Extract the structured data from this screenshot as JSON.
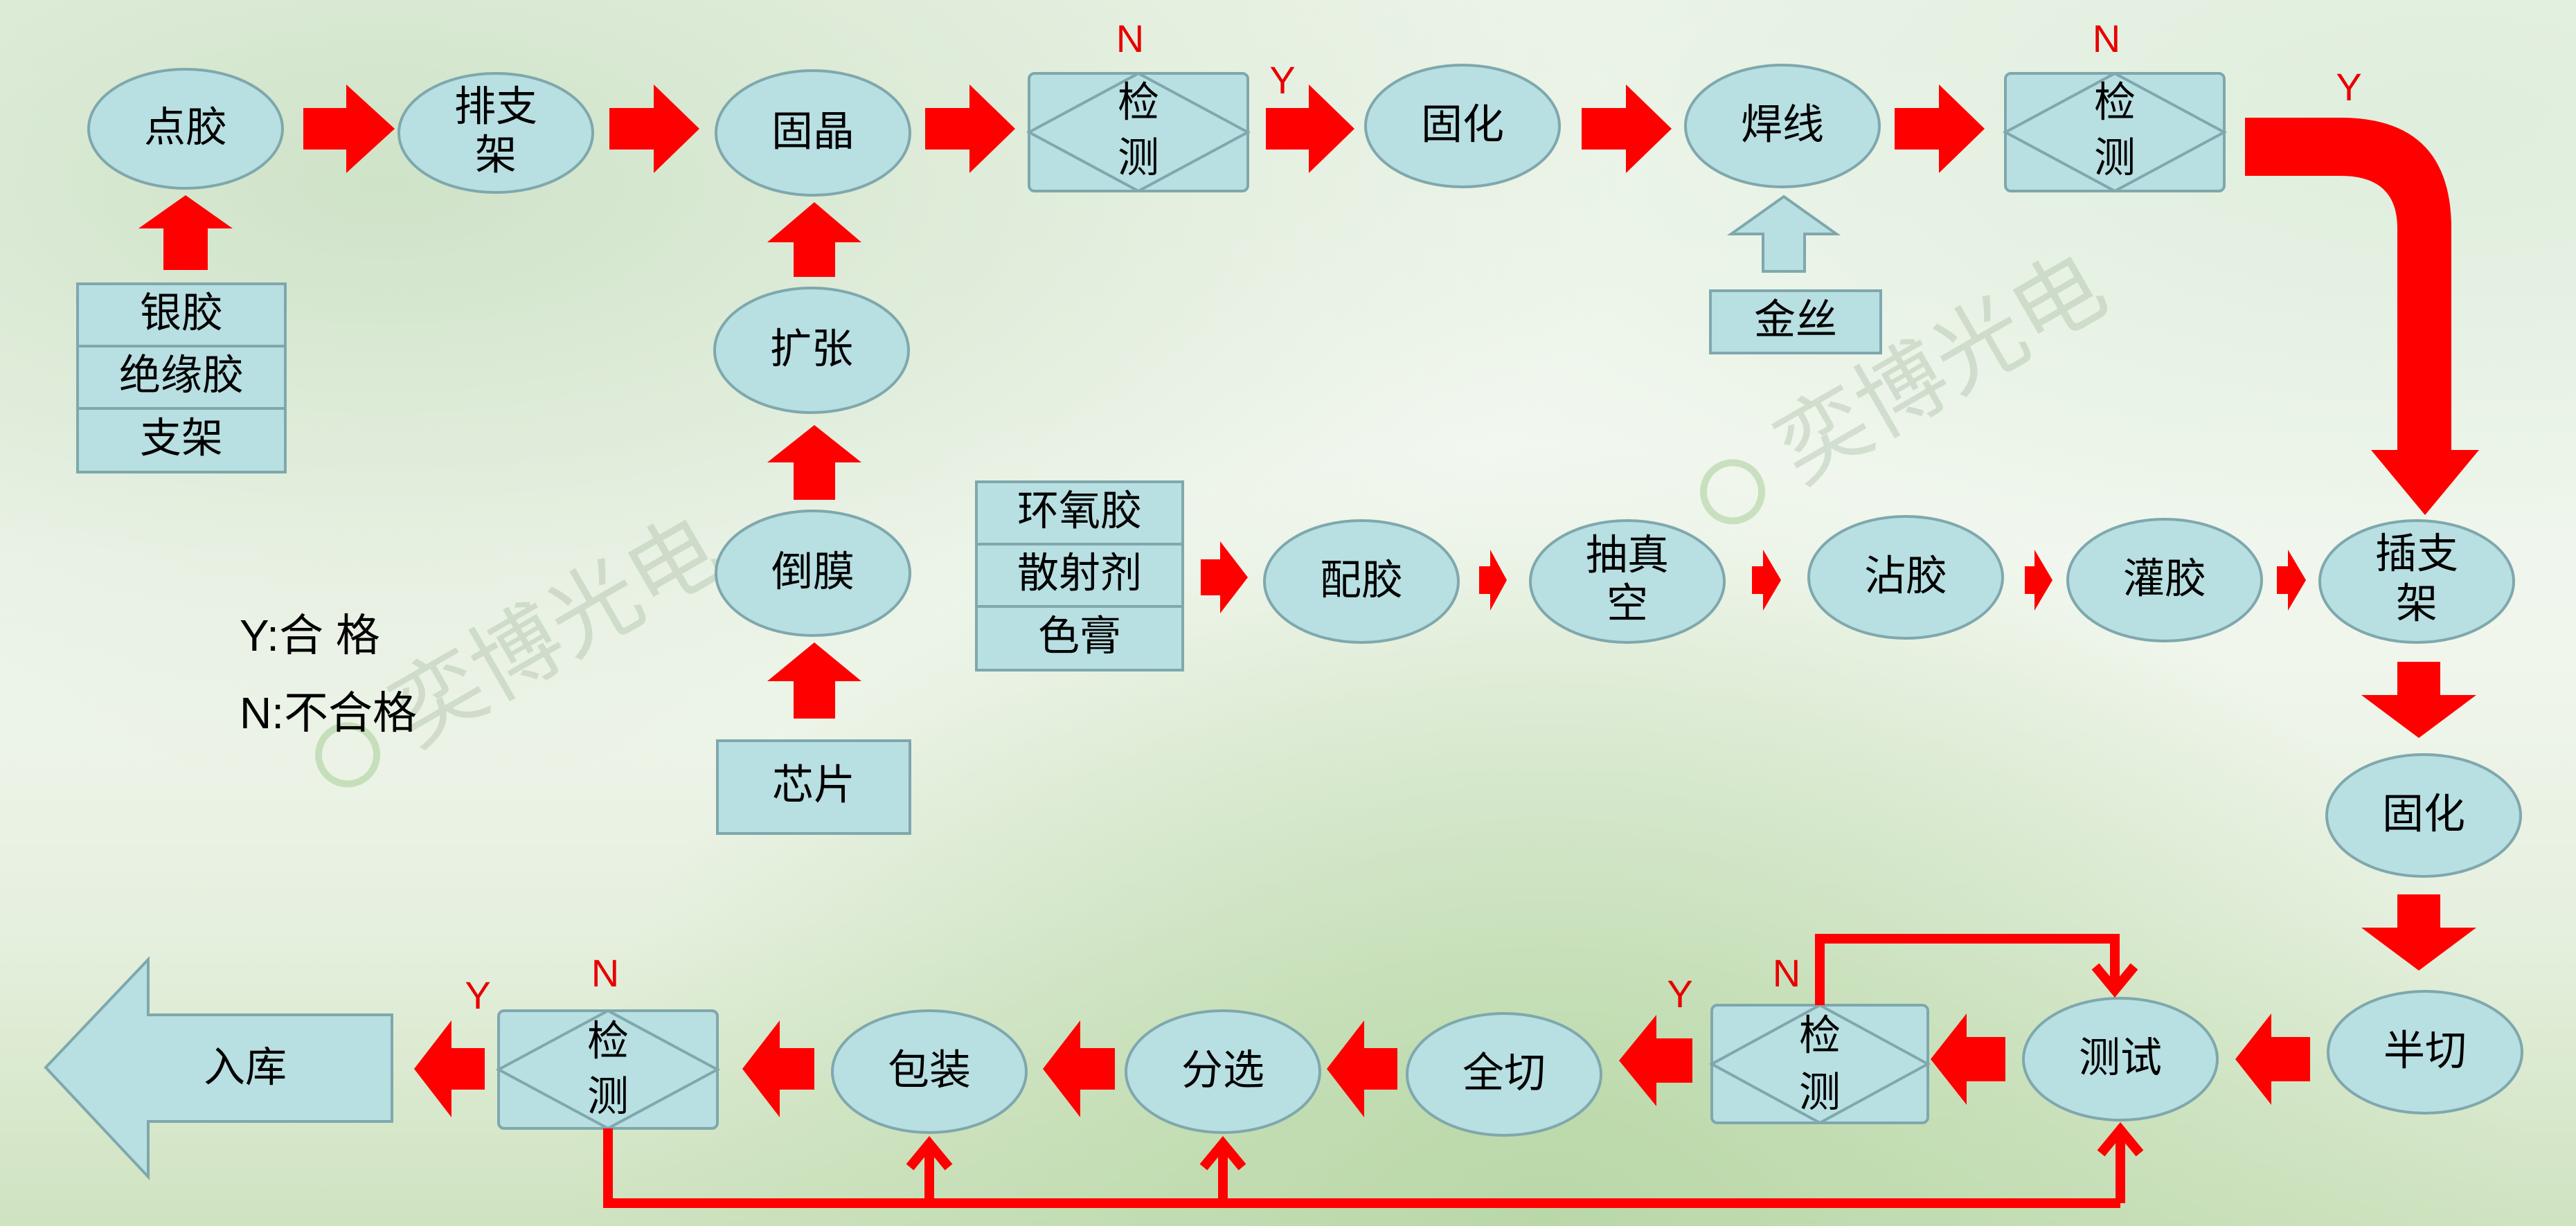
{
  "colors": {
    "node_fill": "#b8dfe2",
    "node_stroke": "#7fa8ad",
    "arrow": "#ff0000",
    "flag": "#e80000",
    "up_arrow_light": "#b8dfe2"
  },
  "nodes": {
    "dianjiao": "点胶",
    "paizhijia": [
      "排支",
      "架"
    ],
    "gujing": "固晶",
    "jiance1": [
      "检",
      "测"
    ],
    "guhua1": "固化",
    "hanxian": "焊线",
    "jiance2": [
      "检",
      "测"
    ],
    "kuozhang": "扩张",
    "daomo": "倒膜",
    "xinpian": "芯片",
    "jinsi": "金丝",
    "peijiao": "配胶",
    "chouzhenkong": [
      "抽真",
      "空"
    ],
    "zhanjiao": "沾胶",
    "guanjiao": "灌胶",
    "chazhijia": [
      "插支",
      "架"
    ],
    "guhua2": "固化",
    "banqie": "半切",
    "ceshi": "测试",
    "jiance3": [
      "检",
      "测"
    ],
    "quanqie": "全切",
    "fenxuan": "分选",
    "baozhuang": "包装",
    "jiance4": [
      "检",
      "测"
    ],
    "ruku": "入库"
  },
  "materials_left": [
    "银胶",
    "绝缘胶",
    "支架"
  ],
  "materials_mid": [
    "环氧胶",
    "散射剂",
    "色膏"
  ],
  "flags": {
    "n1": "N",
    "y1": "Y",
    "n2": "N",
    "y2": "Y",
    "n3": "N",
    "y3": "Y",
    "n4": "N",
    "y4": "Y"
  },
  "legend": {
    "yes": "Y:合 格",
    "no": "N:不合格"
  },
  "watermark": {
    "text": "奕博光电",
    "icon": "leaf-logo-icon"
  }
}
